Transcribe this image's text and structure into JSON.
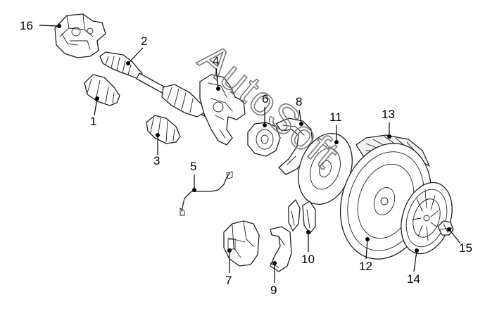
{
  "watermark": "AutoSoft",
  "callouts": [
    {
      "id": "16",
      "label": "16"
    },
    {
      "id": "2",
      "label": "2"
    },
    {
      "id": "4",
      "label": "4"
    },
    {
      "id": "1",
      "label": "1"
    },
    {
      "id": "6",
      "label": "6"
    },
    {
      "id": "8",
      "label": "8"
    },
    {
      "id": "11",
      "label": "11"
    },
    {
      "id": "13",
      "label": "13"
    },
    {
      "id": "3",
      "label": "3"
    },
    {
      "id": "5",
      "label": "5"
    },
    {
      "id": "10",
      "label": "10"
    },
    {
      "id": "12",
      "label": "12"
    },
    {
      "id": "15",
      "label": "15"
    },
    {
      "id": "7",
      "label": "7"
    },
    {
      "id": "9",
      "label": "9"
    },
    {
      "id": "14",
      "label": "14"
    }
  ]
}
